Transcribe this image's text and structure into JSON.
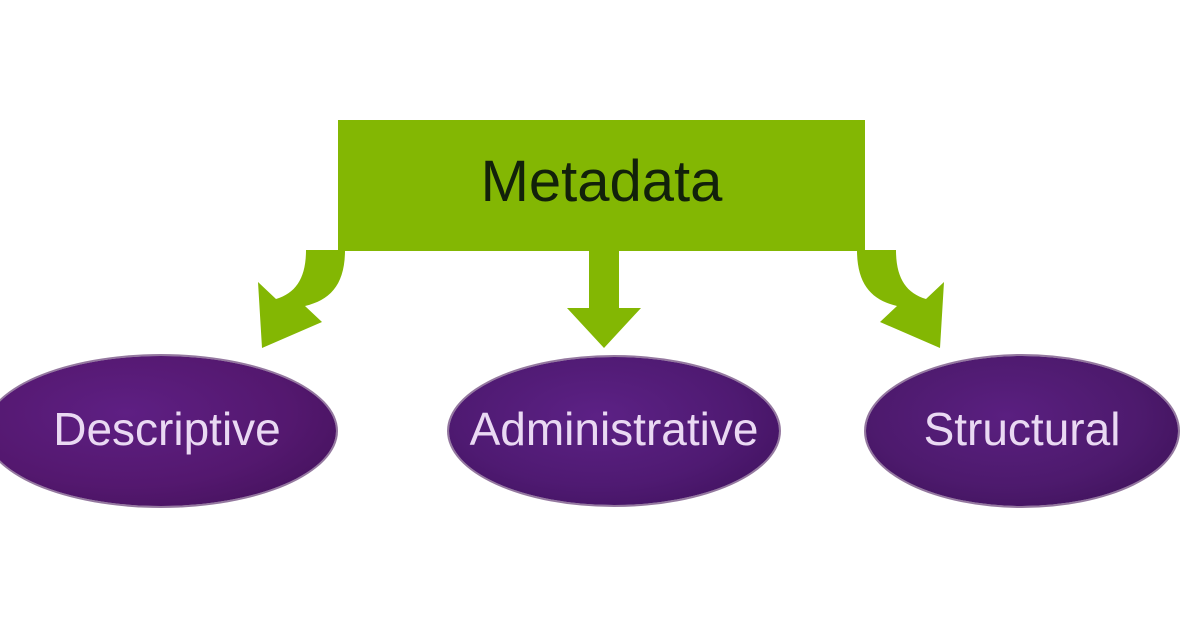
{
  "diagram": {
    "title": "Metadata",
    "type": "hierarchy",
    "root": {
      "label": "Metadata",
      "shape": "rectangle",
      "fill_color": "#83b703",
      "text_color": "#12210a"
    },
    "connectors": [
      {
        "name": "arrow-to-descriptive",
        "direction": "down-left",
        "style": "curved-block-arrow",
        "color": "#83b703",
        "from": "Metadata",
        "to": "Descriptive"
      },
      {
        "name": "arrow-to-administrative",
        "direction": "down",
        "style": "straight-block-arrow",
        "color": "#83b703",
        "from": "Metadata",
        "to": "Administrative"
      },
      {
        "name": "arrow-to-structural",
        "direction": "down-right",
        "style": "curved-block-arrow",
        "color": "#83b703",
        "from": "Metadata",
        "to": "Structural"
      }
    ],
    "children": [
      {
        "label": "Descriptive",
        "shape": "ellipse",
        "fill_color": "#54186f",
        "text_color": "#ead9f3"
      },
      {
        "label": "Administrative",
        "shape": "ellipse",
        "fill_color": "#4f1a72",
        "text_color": "#ead9f3"
      },
      {
        "label": "Structural",
        "shape": "ellipse",
        "fill_color": "#4d1a6d",
        "text_color": "#ead9f3"
      }
    ],
    "background_color": "#ffffff"
  }
}
